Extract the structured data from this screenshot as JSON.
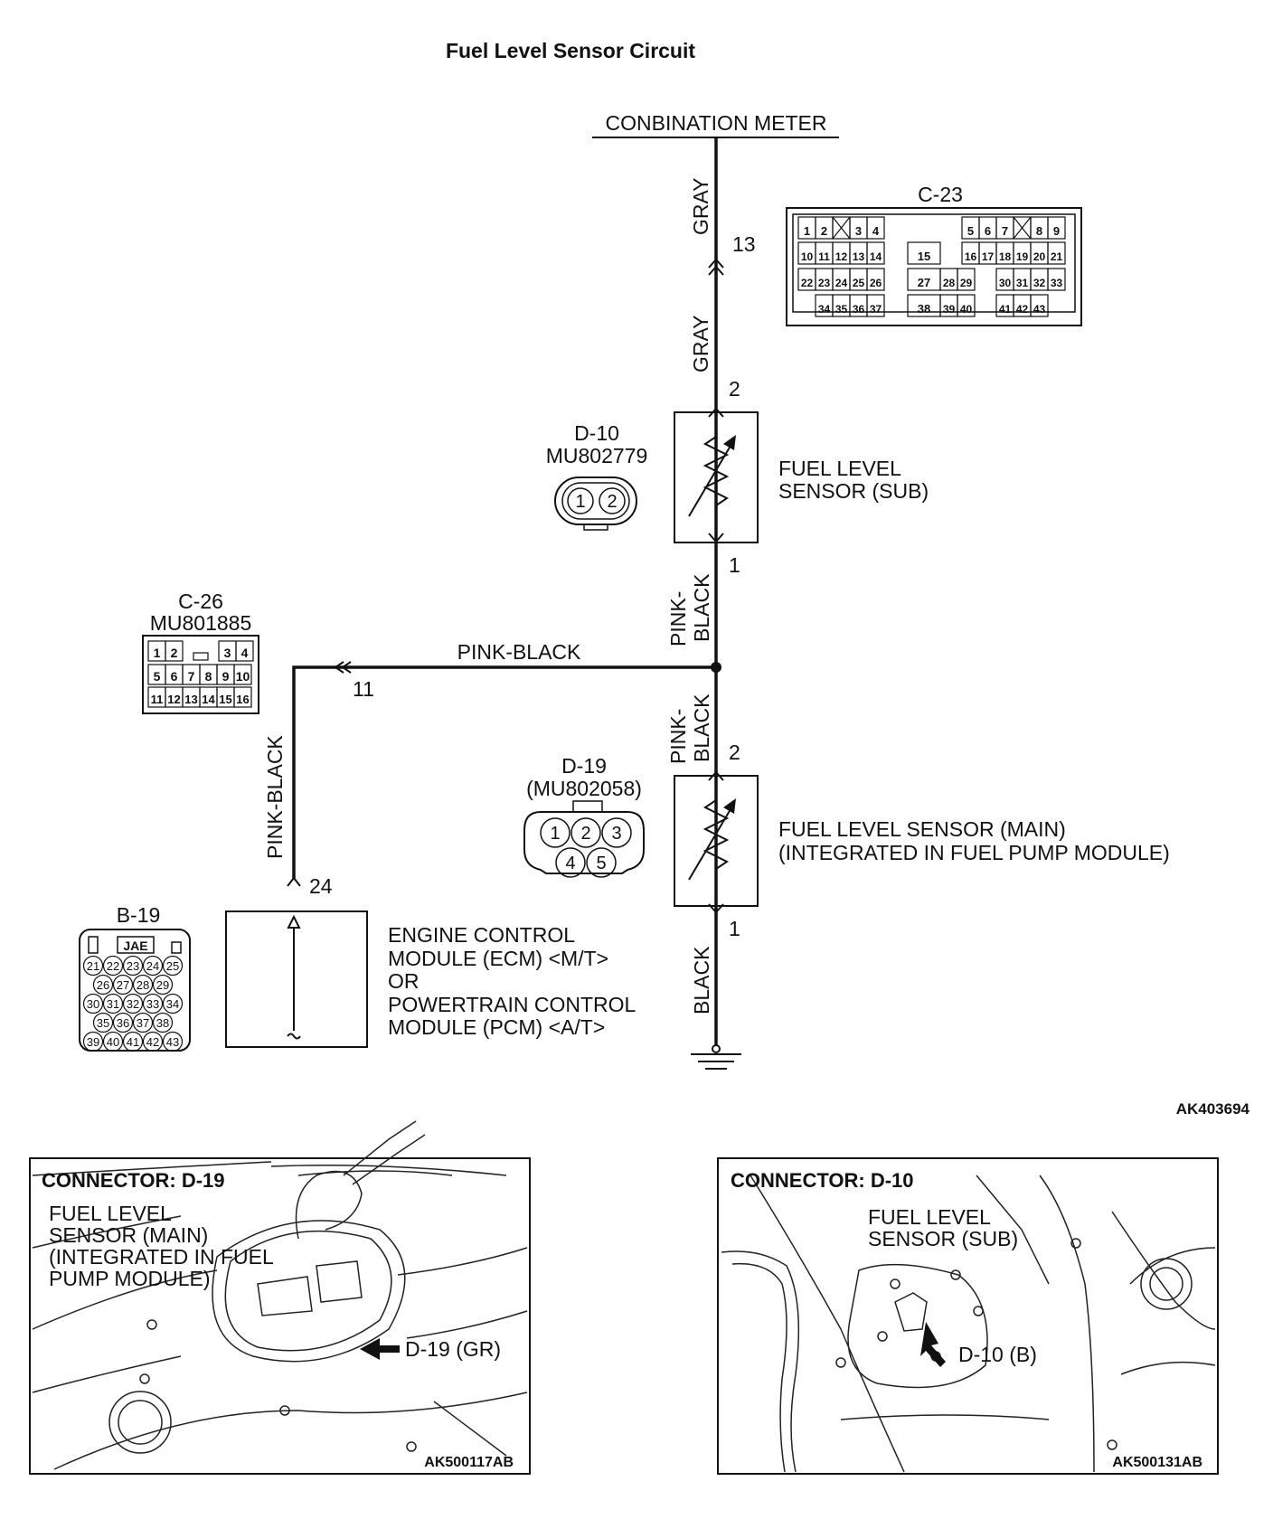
{
  "title": "Fuel Level Sensor Circuit",
  "diagram_id": "AK403694",
  "combination_meter": "CONBINATION METER",
  "wires": {
    "gray": "GRAY",
    "pink_black": "PINK-BLACK",
    "pink": "PINK-",
    "black_part": "BLACK",
    "black": "BLACK"
  },
  "pins": {
    "meter": "13",
    "sub_top": "2",
    "sub_bottom": "1",
    "main_top": "2",
    "main_bottom": "1",
    "ecm_splice": "11",
    "ecm_input": "24"
  },
  "connectors": {
    "c23": {
      "name": "C-23",
      "rows": [
        [
          "1",
          "2",
          "3",
          "4",
          "5",
          "6",
          "7",
          "8",
          "9"
        ],
        [
          "10",
          "11",
          "12",
          "13",
          "14",
          "15",
          "16",
          "17",
          "18",
          "19",
          "20",
          "21"
        ],
        [
          "22",
          "23",
          "24",
          "25",
          "26",
          "27",
          "28",
          "29",
          "30",
          "31",
          "32",
          "33"
        ],
        [
          "34",
          "35",
          "36",
          "37",
          "38",
          "39",
          "40",
          "41",
          "42",
          "43"
        ]
      ]
    },
    "d10": {
      "name": "D-10",
      "part": "MU802779",
      "pins": [
        "1",
        "2"
      ]
    },
    "c26": {
      "name": "C-26",
      "part": "MU801885",
      "rows": [
        [
          "1",
          "2",
          "3",
          "4"
        ],
        [
          "5",
          "6",
          "7",
          "8",
          "9",
          "10"
        ],
        [
          "11",
          "12",
          "13",
          "14",
          "15",
          "16"
        ]
      ]
    },
    "d19": {
      "name": "D-19",
      "part": "(MU802058)",
      "pins": [
        "1",
        "2",
        "3",
        "4",
        "5"
      ]
    },
    "b19": {
      "name": "B-19",
      "brand": "JAE",
      "rows": [
        [
          "21",
          "22",
          "23",
          "24",
          "25"
        ],
        [
          "26",
          "27",
          "28",
          "29"
        ],
        [
          "30",
          "31",
          "32",
          "33",
          "34"
        ],
        [
          "35",
          "36",
          "37",
          "38"
        ],
        [
          "39",
          "40",
          "41",
          "42",
          "43"
        ]
      ]
    }
  },
  "components": {
    "sub_sensor": [
      "FUEL LEVEL",
      "SENSOR (SUB)"
    ],
    "main_sensor": [
      "FUEL LEVEL SENSOR (MAIN)",
      "(INTEGRATED IN FUEL PUMP MODULE)"
    ],
    "ecm": [
      "ENGINE CONTROL",
      "MODULE (ECM) <M/T>",
      "OR",
      "POWERTRAIN CONTROL",
      "MODULE (PCM) <A/T>"
    ]
  },
  "locator_d19": {
    "heading": "CONNECTOR: D-19",
    "label": [
      "FUEL LEVEL",
      "SENSOR (MAIN)",
      "(INTEGRATED IN FUEL",
      "PUMP MODULE)"
    ],
    "callout": "D-19 (GR)",
    "image_id": "AK500117AB"
  },
  "locator_d10": {
    "heading": "CONNECTOR: D-10",
    "label": [
      "FUEL LEVEL",
      "SENSOR (SUB)"
    ],
    "callout": "D-10 (B)",
    "image_id": "AK500131AB"
  }
}
